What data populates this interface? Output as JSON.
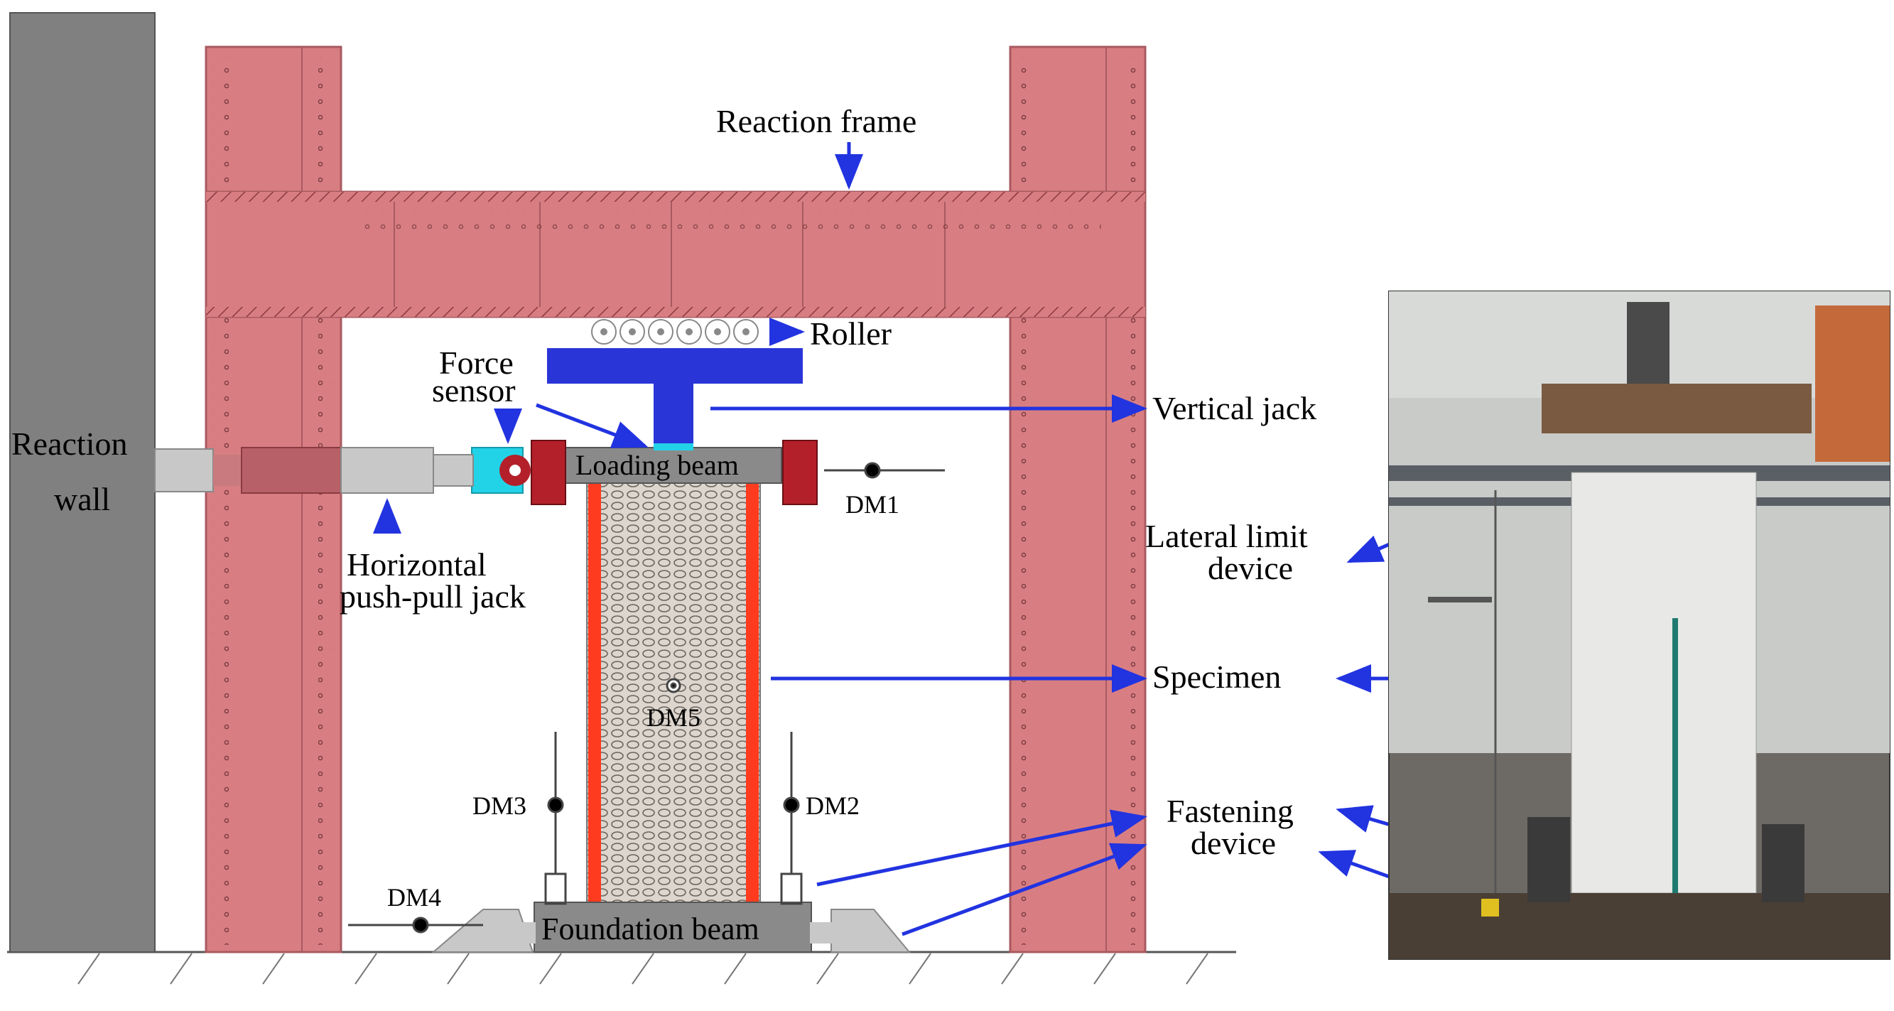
{
  "labels": {
    "reaction_frame": "Reaction frame",
    "roller": "Roller",
    "force_sensor_line1": "Force",
    "force_sensor_line2": "sensor",
    "vertical_jack": "Vertical jack",
    "reaction_wall_line1": "Reaction",
    "reaction_wall_line2": "wall",
    "loading_beam": "Loading beam",
    "dm1": "DM1",
    "dm2": "DM2",
    "dm3": "DM3",
    "dm4": "DM4",
    "dm5": "DM5",
    "horizontal_jack_line1": "Horizontal",
    "horizontal_jack_line2": "push-pull jack",
    "lateral_limit_line1": "Lateral limit",
    "lateral_limit_line2": "device",
    "specimen": "Specimen",
    "fastening_line1": "Fastening",
    "fastening_line2": "device",
    "foundation_beam": "Foundation beam"
  },
  "colors": {
    "frame": "#d87e82",
    "frame_stroke": "#a85a60",
    "wall": "#808080",
    "jack_grey": "#c8c8c8",
    "vertical_jack": "#2a35d8",
    "sensor": "#22d3e8",
    "clamp": "#b3202a",
    "specimen_edge": "#ff3b1f",
    "specimen_fill": "#d9d4cc",
    "arrow": "#2233e0"
  }
}
